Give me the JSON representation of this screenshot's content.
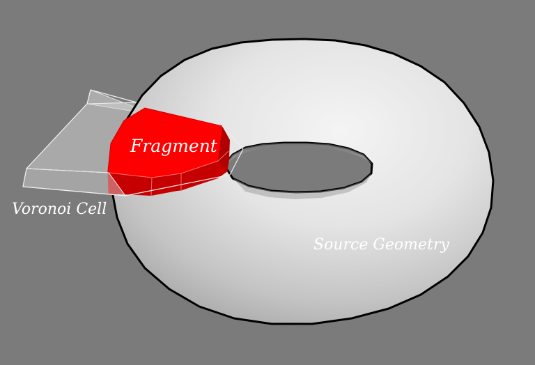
{
  "labels": {
    "fragment": "Fragment",
    "voronoi_cell": "Voronoi Cell",
    "source_geometry": "Source Geometry"
  },
  "colors": {
    "background": "#7b7b7b",
    "fragment": "#ff0000",
    "torus": "#e6e6e6",
    "outline": "#000000",
    "voronoi_cell": "#c8c8c8"
  }
}
